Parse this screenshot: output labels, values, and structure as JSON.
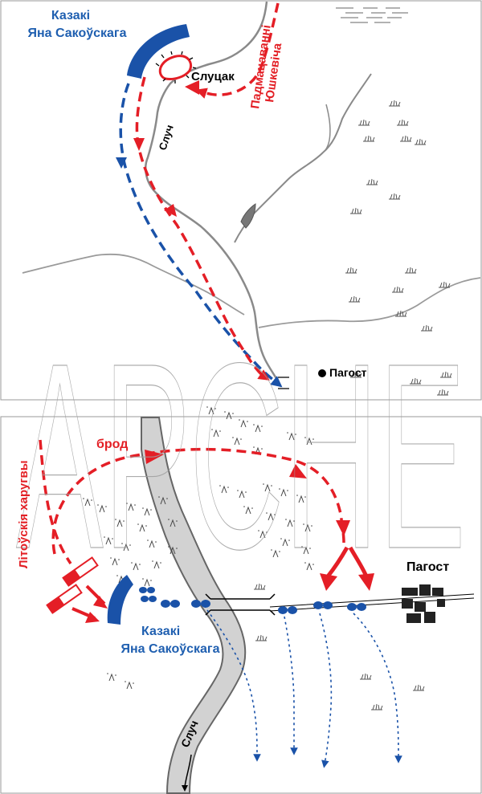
{
  "colors": {
    "river": "#8a8a8a",
    "river_fill": "#d2d2d2",
    "red": "#e41e26",
    "blue": "#1a52a8",
    "label_red": "#e31f25",
    "label_blue": "#1f5fb0",
    "watermark": "#9e9e9e"
  },
  "top_map": {
    "cossacks_label_line1": "Казакі",
    "cossacks_label_line2": "Яна Сакоўскага",
    "city_label": "Слуцак",
    "river_label": "Случ",
    "reinforcement_label_line1": "Падмацаванні",
    "reinforcement_label_line2": "Юшкевіча",
    "village_label": "Пагост"
  },
  "bottom_map": {
    "lithuanian_label": "Літоўскія харугвы",
    "ford_label": "брод",
    "village_label": "Пагост",
    "cossacks_label_line1": "Казакі",
    "cossacks_label_line2": "Яна Сакоўскага",
    "river_label": "Случ"
  },
  "watermark_text": "АРСНЕ",
  "icons": [
    "marsh-symbol",
    "forest-symbol",
    "bridge-symbol",
    "town-fortress-icon"
  ]
}
